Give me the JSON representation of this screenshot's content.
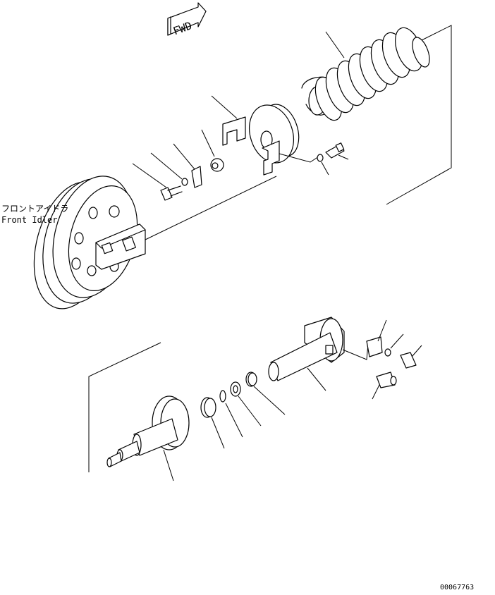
{
  "direction_arrow": {
    "label": "FWD"
  },
  "front_idler": {
    "label_ja": "フロントアイドラ",
    "label_en": "Front Idler"
  },
  "drawing_number": "00067763"
}
